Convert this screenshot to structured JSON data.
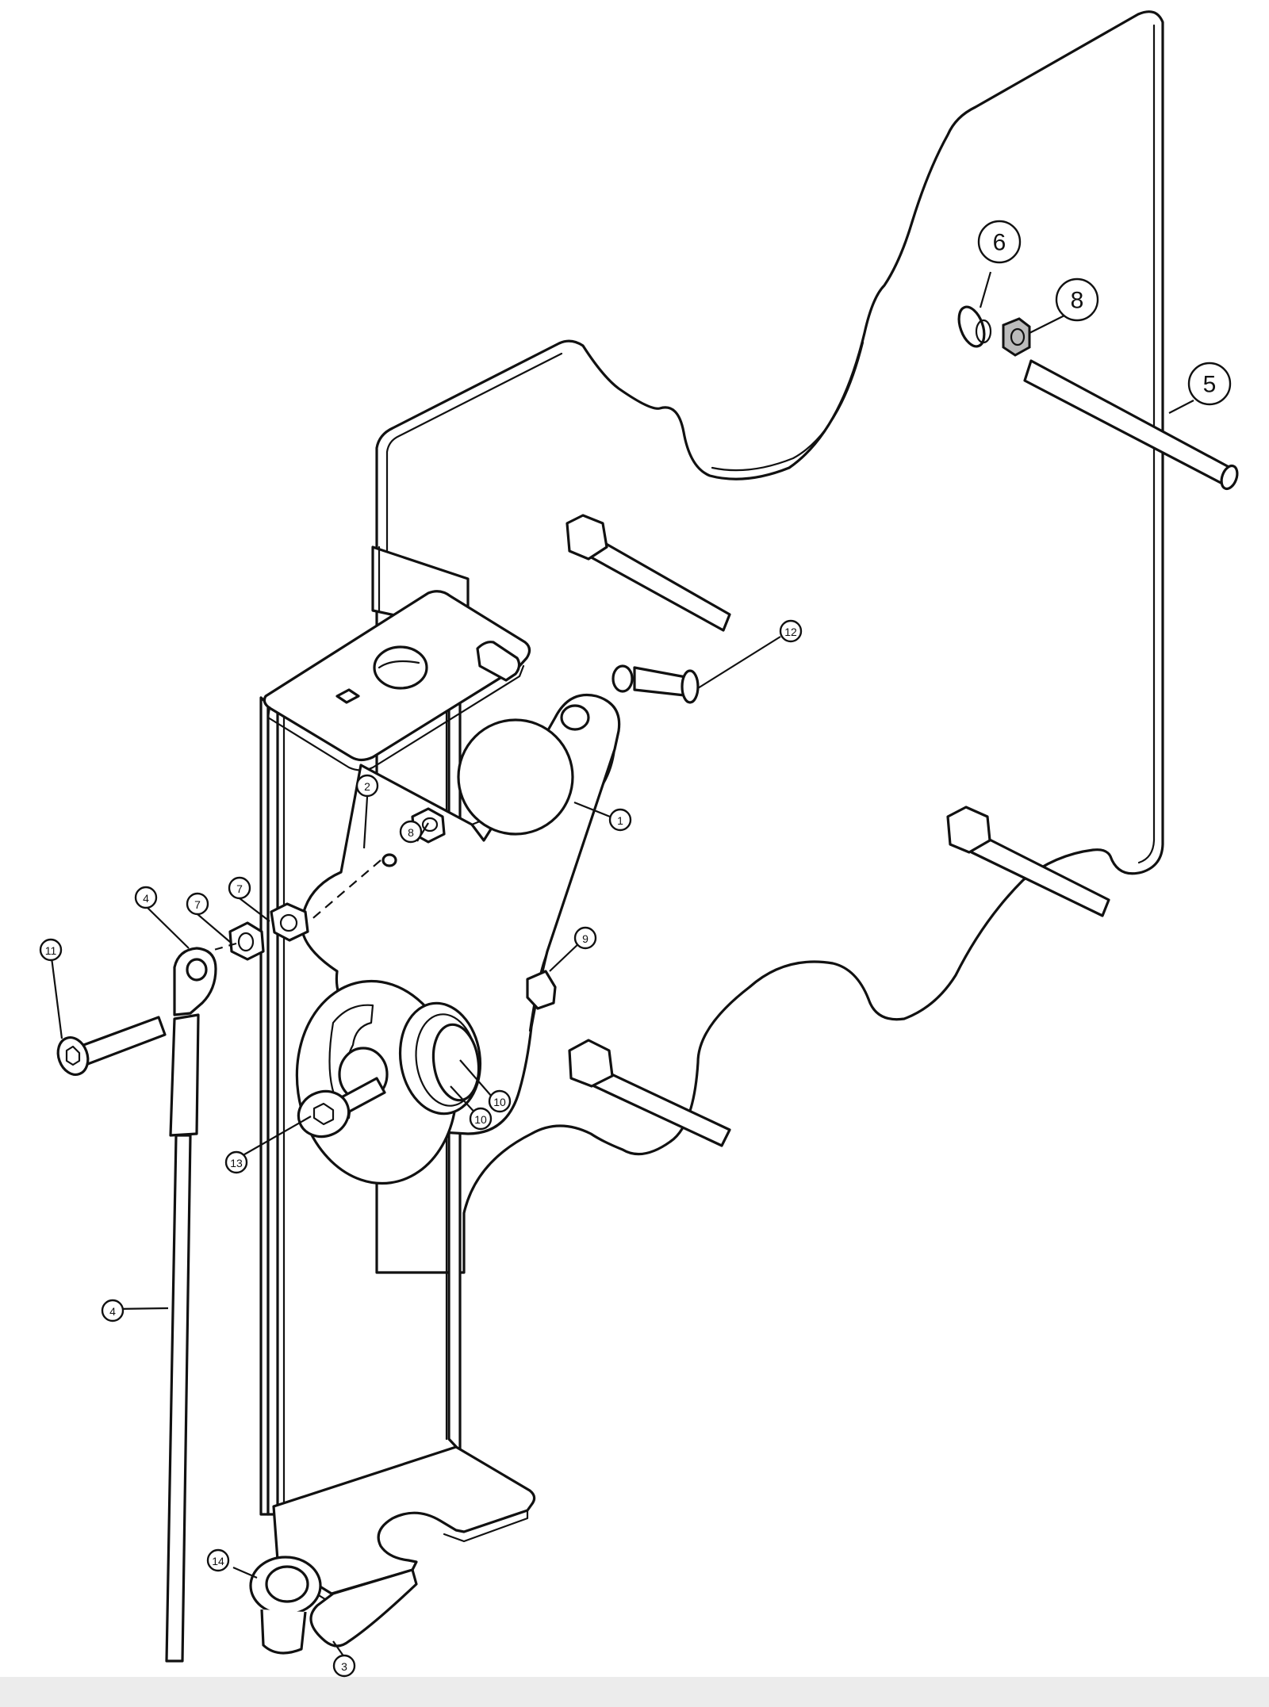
{
  "callouts": {
    "c1": "1",
    "c2": "2",
    "c3": "3",
    "c4a": "4",
    "c4b": "4",
    "c5": "5",
    "c6": "6",
    "c7a": "7",
    "c7b": "7",
    "c8a": "8",
    "c8b": "8",
    "c9": "9",
    "c10a": "10",
    "c10b": "10",
    "c11": "11",
    "c12": "12",
    "c13": "13",
    "c14": "14"
  }
}
